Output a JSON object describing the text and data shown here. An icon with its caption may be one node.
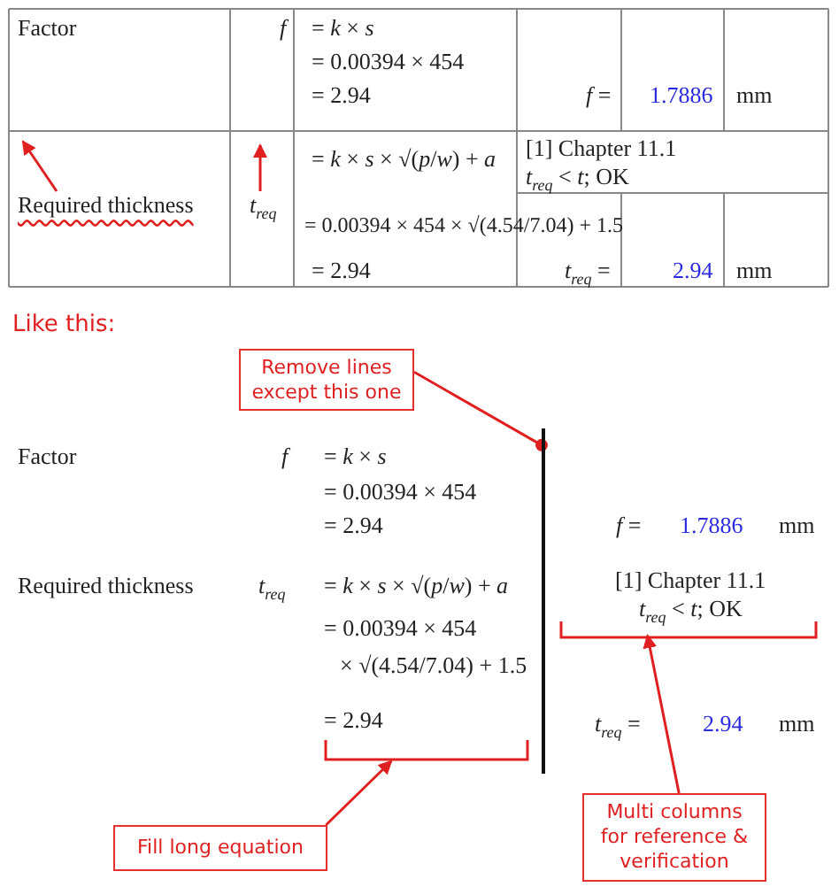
{
  "diagram": {
    "nodes": [
      {
        "text": [
          "Required thickness"
        ]
      },
      {
        "text": [
          "*t*$_{req}$"
        ]
      },
      {
        "text": [
          "Remove lines except this one"
        ]
      },
      {
        "text": [],
        "shape": "line"
      },
      {
        "text": [],
        "shape": "bracket"
      },
      {
        "text": [
          "Fill long equation"
        ]
      },
      {
        "text": [],
        "shape": "bracket"
      },
      {
        "text": [
          "Multi columns for reference & verification"
        ]
      }
    ],
    "edges": [
      {
        "from": 0,
        "to": null,
        "arrow": "to"
      },
      {
        "from": 1,
        "to": null,
        "arrow": "to"
      },
      {
        "from": 2,
        "to": 3,
        "arrow": "other"
      },
      {
        "from": 5,
        "to": 4,
        "arrow": "to"
      },
      {
        "from": 7,
        "to": 6,
        "arrow": "to"
      }
    ],
    "labels": [
      "Factor",
      "*f*",
      "= *k* × *s*",
      "= 0.00394 × 454",
      "= 2.94",
      "*f* =",
      "1.7886",
      "mm",
      "= *k* × *s* × √(*p*/*w*) + *a*",
      "[1] Chapter 11.1",
      "*t*$_{req}$ < *t*; OK",
      "= 0.00394 × 454 × √(4.54/7.04) + 1.5",
      "= 2.94",
      "*t*$_{req}$ =",
      "2.94",
      "mm",
      "Like this:",
      "Factor",
      "*f*",
      "= *k* × *s*",
      "= 0.00394 × 454",
      "= 2.94",
      "*f* =",
      "1.7886",
      "mm",
      "Required thickness",
      "*t*$_{req}$",
      "= *k* × *s* × √(*p*/*w*) + *a*",
      "= 0.00394 × 454",
      "× √(4.54/7.04) + 1.5",
      "= 2.94",
      "[1] Chapter 11.1",
      "*t*$_{req}$ < *t*; OK",
      "*t*$_{req}$ =",
      "2.94",
      "mm"
    ]
  }
}
